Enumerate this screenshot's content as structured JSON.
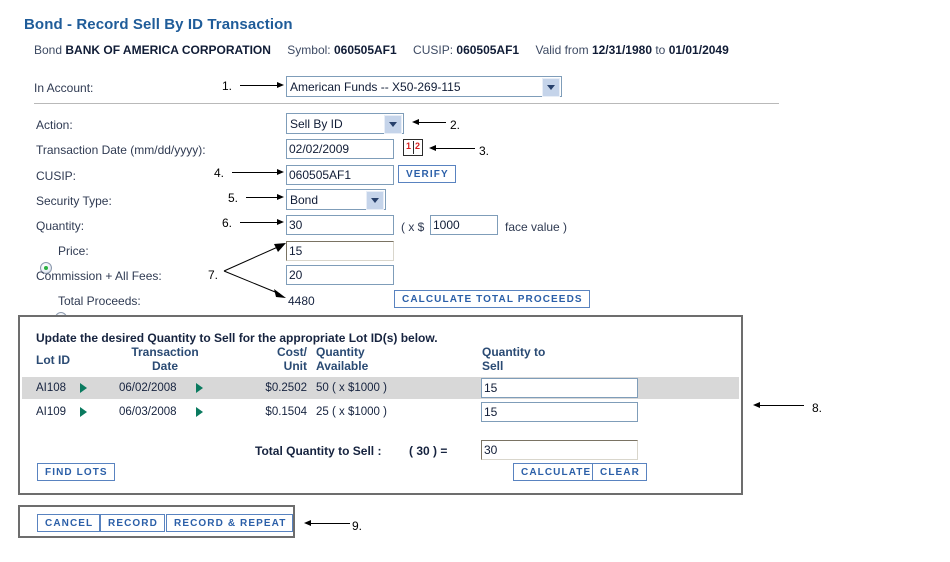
{
  "page": {
    "title": "Bond - Record Sell By ID Transaction"
  },
  "security_header": {
    "type_label": "Bond",
    "name": "BANK OF AMERICA CORPORATION",
    "symbol_label": "Symbol:",
    "symbol_value": "060505AF1",
    "cusip_label": "CUSIP:",
    "cusip_value": "060505AF1",
    "valid_from_label": "Valid from",
    "valid_from_value": "12/31/1980",
    "valid_to_label": "to",
    "valid_to_value": "01/01/2049"
  },
  "form": {
    "account_label": "In Account:",
    "account_value": "American Funds -- X50-269-115",
    "action_label": "Action:",
    "action_value": "Sell By ID",
    "transaction_date_label": "Transaction Date (mm/dd/yyyy):",
    "transaction_date_value": "02/02/2009",
    "calendar_icon_digits": [
      "1",
      "2"
    ],
    "cusip_label": "CUSIP:",
    "cusip_value": "060505AF1",
    "verify_button": "VERIFY",
    "security_type_label": "Security Type:",
    "security_type_value": "Bond",
    "quantity_label": "Quantity:",
    "quantity_value": "30",
    "face_value_prefix": "( x $",
    "face_value_amount": "1000",
    "face_value_suffix": "face value )",
    "price_label": "Price:",
    "price_value": "15",
    "price_selected": true,
    "commission_label": "Commission + All Fees:",
    "commission_value": "20",
    "total_proceeds_label": "Total Proceeds:",
    "total_proceeds_value": "4480",
    "total_proceeds_selected": false,
    "calculate_total_proceeds_button": "CALCULATE TOTAL PROCEEDS"
  },
  "lots": {
    "instruction": "Update the desired Quantity to Sell for the appropriate Lot ID(s) below.",
    "columns": {
      "lot_id": "Lot ID",
      "transaction_date_line1": "Transaction",
      "transaction_date_line2": "Date",
      "cost_unit_line1": "Cost/",
      "cost_unit_line2": "Unit",
      "quantity_available_line1": "Quantity",
      "quantity_available_line2": "Available",
      "quantity_to_sell_line1": "Quantity to",
      "quantity_to_sell_line2": "Sell"
    },
    "rows": [
      {
        "lot_id": "AI108",
        "transaction_date": "06/02/2008",
        "cost_unit": "$0.2502",
        "quantity_available": "50 ( x $1000 )",
        "quantity_to_sell": "15"
      },
      {
        "lot_id": "AI109",
        "transaction_date": "06/03/2008",
        "cost_unit": "$0.1504",
        "quantity_available": "25 ( x $1000 )",
        "quantity_to_sell": "15"
      }
    ],
    "total_label": "Total Quantity to Sell :",
    "total_paren": "( 30 ) =",
    "total_value": "30",
    "find_lots_button": "FIND LOTS",
    "calculate_button": "CALCULATE",
    "clear_button": "CLEAR"
  },
  "actions": {
    "cancel_button": "CANCEL",
    "record_button": "RECORD",
    "record_repeat_button": "RECORD & REPEAT"
  },
  "annotations": [
    {
      "id": "1",
      "label": "1."
    },
    {
      "id": "2",
      "label": "2."
    },
    {
      "id": "3",
      "label": "3."
    },
    {
      "id": "4",
      "label": "4."
    },
    {
      "id": "5",
      "label": "5."
    },
    {
      "id": "6",
      "label": "6."
    },
    {
      "id": "7",
      "label": "7."
    },
    {
      "id": "8",
      "label": "8."
    },
    {
      "id": "9",
      "label": "9."
    }
  ],
  "colors": {
    "title_blue": "#1f5c99",
    "text_navy": "#16233f",
    "button_blue": "#2b5fa8",
    "column_head_blue": "#2a4a73",
    "marker_green": "#0a7a5f",
    "radio_green": "#2bb040",
    "panel_border_gray": "#6d6d6d",
    "row_highlight_gray": "#d8d8d8"
  }
}
